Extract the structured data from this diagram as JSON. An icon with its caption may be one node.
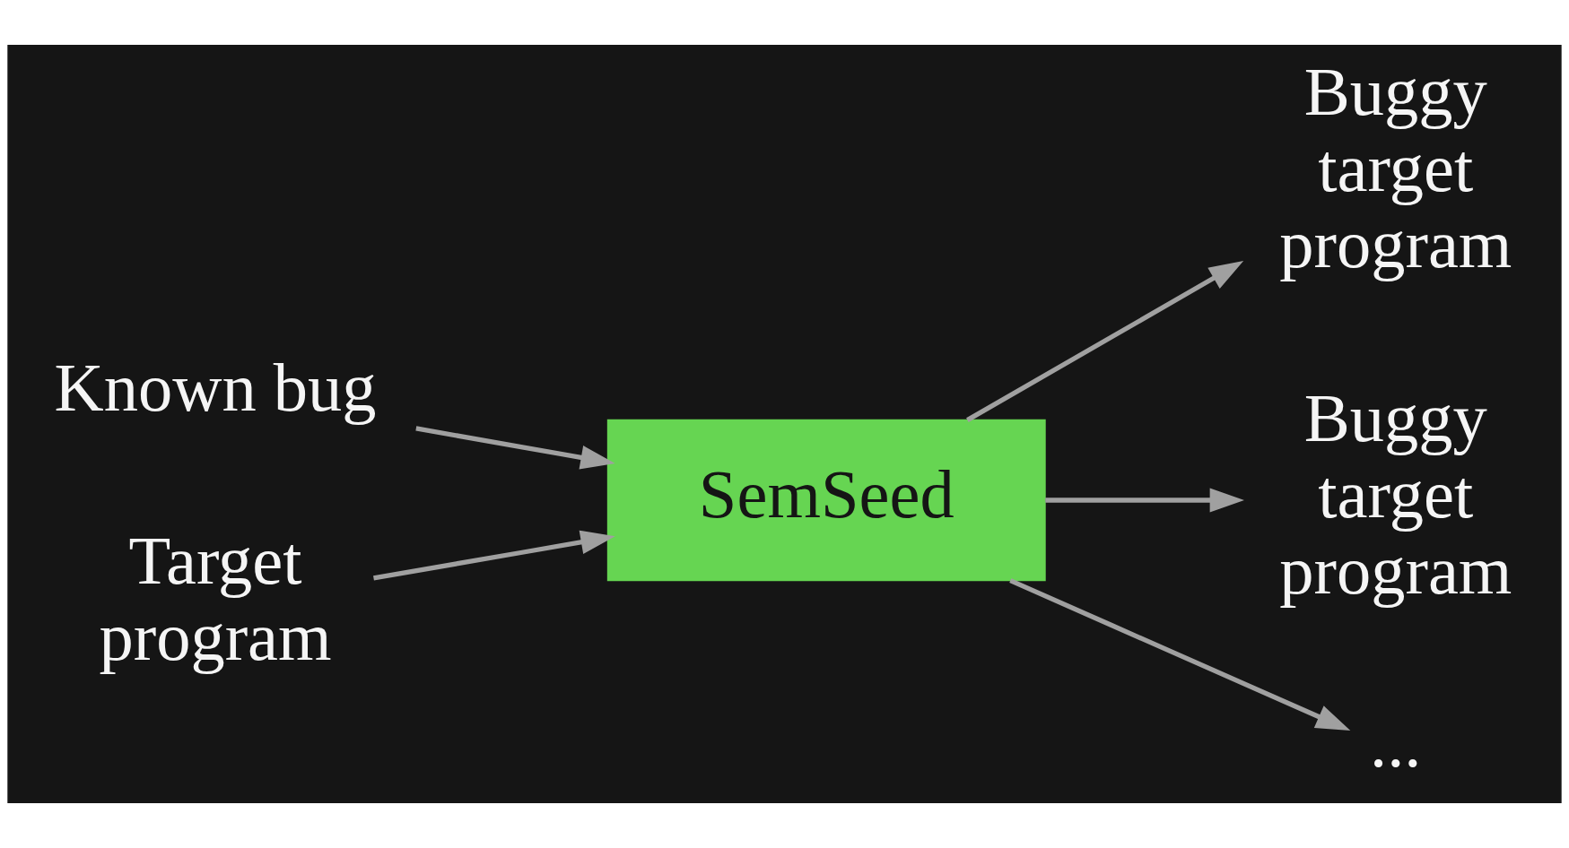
{
  "diagram": {
    "nodes": [
      {
        "text": [
          "Known bug"
        ]
      },
      {
        "text": [
          "Target program"
        ]
      },
      {
        "text": [
          "SemSeed"
        ]
      },
      {
        "text": [
          "Buggy target program"
        ]
      },
      {
        "text": [
          "Buggy target program"
        ]
      },
      {
        "text": [
          "..."
        ]
      }
    ],
    "edges": [
      {
        "from": 0,
        "to": 2,
        "arrow": "to"
      },
      {
        "from": 1,
        "to": 2,
        "arrow": "to"
      },
      {
        "from": 2,
        "to": 3,
        "arrow": "to"
      },
      {
        "from": 2,
        "to": 4,
        "arrow": "to"
      },
      {
        "from": 2,
        "to": 5,
        "arrow": "to"
      }
    ]
  }
}
